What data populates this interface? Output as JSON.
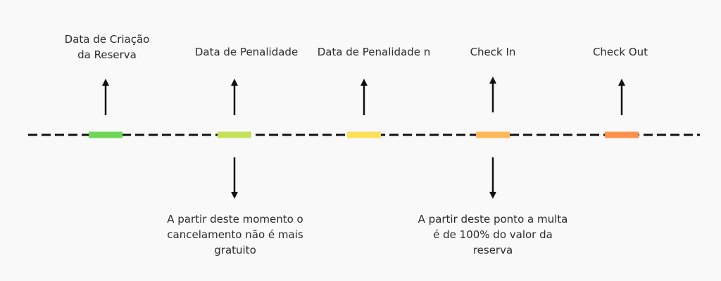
{
  "milestones": [
    {
      "label_lines": [
        "Data de Criação",
        "da Reserva"
      ],
      "color": "#6ed655"
    },
    {
      "label_lines": [
        "Data de Penalidade"
      ],
      "color": "#c4e15a"
    },
    {
      "label_lines": [
        "Data de Penalidade n"
      ],
      "color": "#fde05a"
    },
    {
      "label_lines": [
        "Check In"
      ],
      "color": "#ffb857"
    },
    {
      "label_lines": [
        "Check Out"
      ],
      "color": "#ff914d"
    }
  ],
  "notes": [
    {
      "milestone": 1,
      "lines": [
        "A partir deste momento o",
        "cancelamento não é mais",
        "gratuito"
      ]
    },
    {
      "milestone": 3,
      "lines": [
        "A partir deste ponto a multa",
        "é de 100% do valor da",
        "reserva"
      ]
    }
  ],
  "colors": {
    "line": "#111111",
    "text": "#2b2b2b",
    "background": "#f9f9f9"
  },
  "icons": {
    "up_arrow": "arrow-up-icon",
    "down_arrow": "arrow-down-icon"
  }
}
